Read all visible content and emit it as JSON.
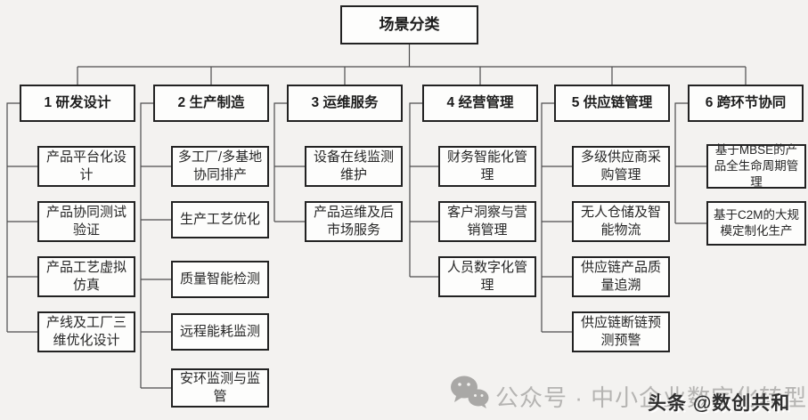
{
  "root": {
    "label": "场景分类"
  },
  "columns": [
    {
      "label": "1 研发设计",
      "items": [
        "产品平台化设计",
        "产品协同测试验证",
        "产品工艺虚拟仿真",
        "产线及工厂三维优化设计"
      ]
    },
    {
      "label": "2 生产制造",
      "items": [
        "多工厂/多基地协同排产",
        "生产工艺优化",
        "质量智能检测",
        "远程能耗监测",
        "安环监测与监管"
      ]
    },
    {
      "label": "3 运维服务",
      "items": [
        "设备在线监测维护",
        "产品运维及后市场服务"
      ]
    },
    {
      "label": "4 经营管理",
      "items": [
        "财务智能化管理",
        "客户洞察与营销管理",
        "人员数字化管理"
      ]
    },
    {
      "label": "5 供应链管理",
      "items": [
        "多级供应商采购管理",
        "无人仓储及智能物流",
        "供应链产品质量追溯",
        "供应链断链预测预警"
      ]
    },
    {
      "label": "6 跨环节协同",
      "items": [
        "基于MBSE的产品全生命周期管理",
        "基于C2M的大规模定制化生产"
      ]
    }
  ],
  "watermark": {
    "wechat_text": "公众号 · 中小企业数字化转型",
    "toutiao_text": "头条 @数创共和",
    "icon": "wechat-icon",
    "gray_color": "#b5b4b2",
    "dark_color": "#2e2e2e"
  },
  "colors": {
    "background": "#f3f2f0",
    "box_fill": "#fdfdfc",
    "box_border": "#222222",
    "connector": "#4d4d4d"
  }
}
